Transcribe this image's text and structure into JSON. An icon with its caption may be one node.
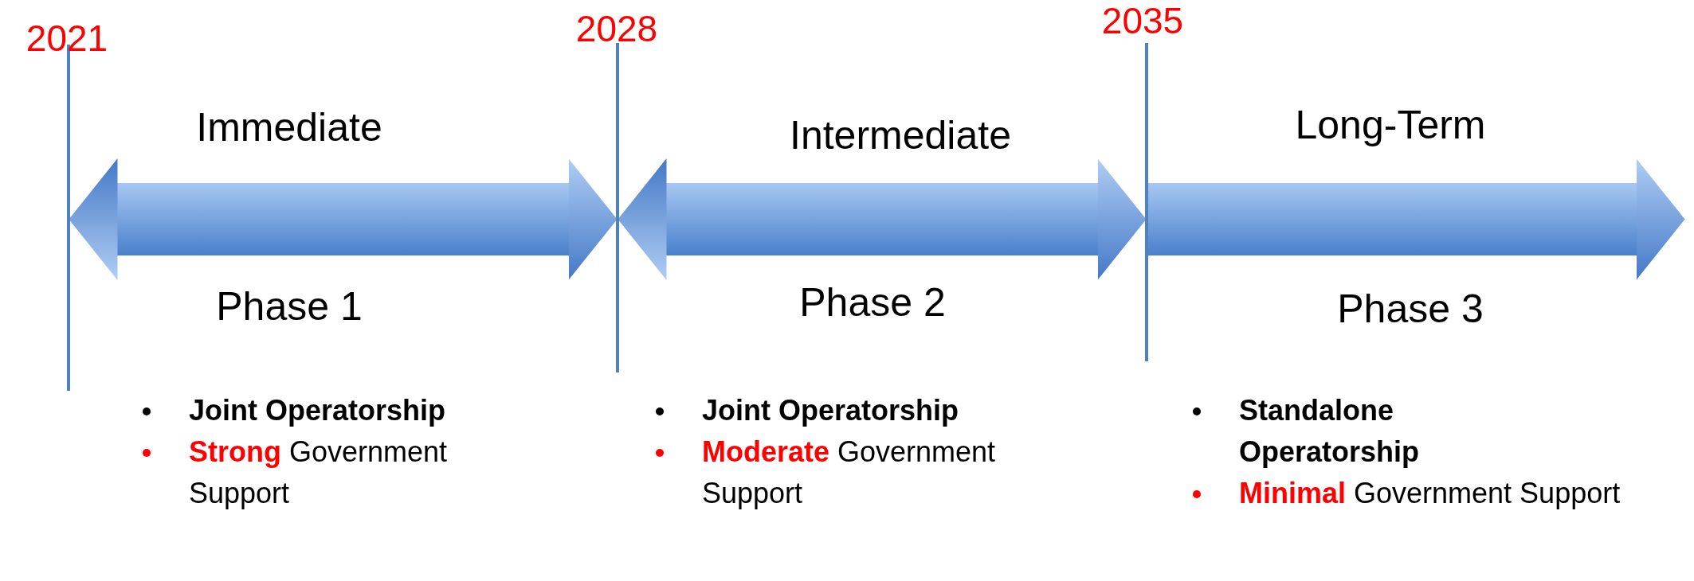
{
  "diagram": {
    "nodes": [
      {
        "text": [
          "2021"
        ]
      },
      {
        "text": [
          "2028"
        ]
      },
      {
        "text": [
          "2035"
        ]
      }
    ],
    "edges": [
      {
        "from": 0,
        "to": 1,
        "arrow": "both"
      },
      {
        "from": 1,
        "to": 2,
        "arrow": "both"
      },
      {
        "from": 2,
        "to": null,
        "arrow": "to"
      }
    ],
    "labels": [
      "Immediate",
      "Intermediate",
      "Long-Term",
      "Phase 1",
      "Phase 2",
      "Phase 3",
      "Joint Operatorship",
      "**Strong** Government Support",
      "Joint Operatorship",
      "**Moderate** Government Support",
      "Standalone Operatorship",
      "**Minimal** Government Support"
    ]
  }
}
